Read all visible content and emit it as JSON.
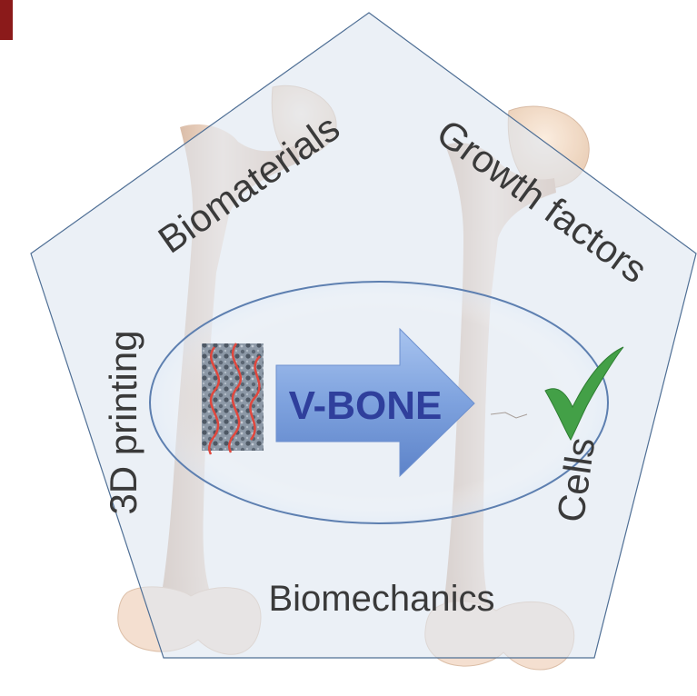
{
  "diagram": {
    "center_label": "V-BONE",
    "vertices": {
      "top_left": "Biomaterials",
      "top_right": "Growth factors",
      "left": "3D printing",
      "right": "Cells",
      "bottom": "Biomechanics"
    },
    "icons": [
      "scaffold-icon",
      "arrow-icon",
      "checkmark-icon",
      "femur-bone-icon"
    ],
    "colors": {
      "accent_corner": "#8b1a1a",
      "pentagon_fill": "#dfe7f0",
      "pentagon_stroke": "#4f6f95",
      "arrow_fill": "#6f95d4",
      "check_fill": "#43a047",
      "fiber_stroke": "#e0483e",
      "text": "#3a3a3a"
    }
  }
}
